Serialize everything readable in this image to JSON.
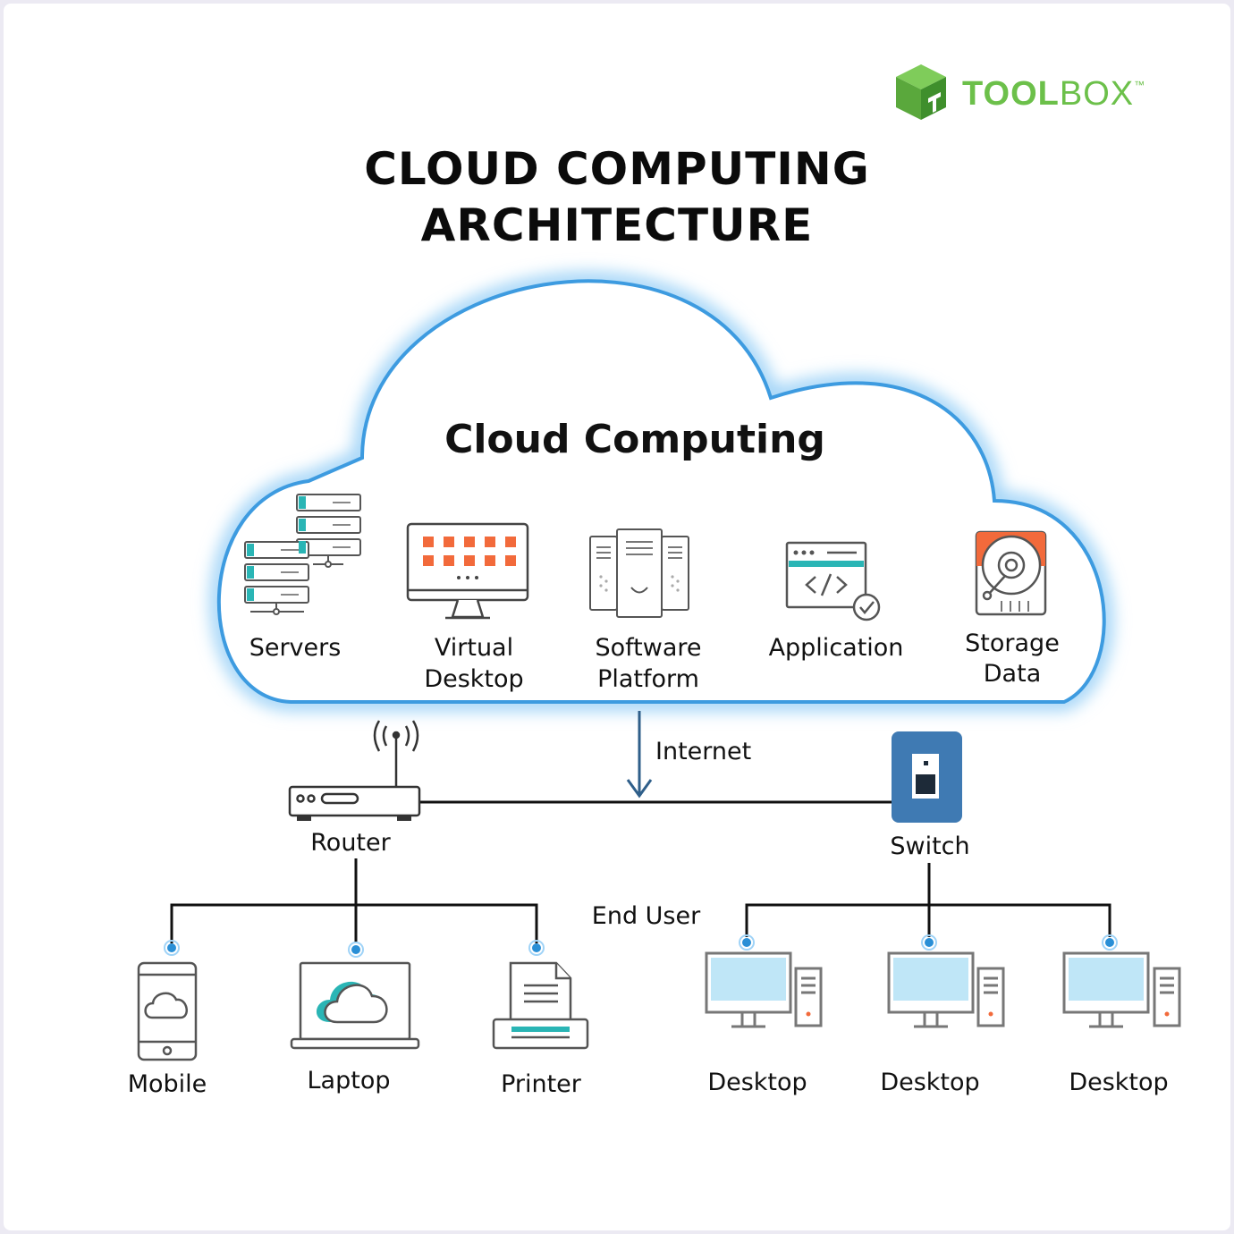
{
  "logo": {
    "text_bold": "TOOL",
    "text_light": "BOX",
    "tm": "™",
    "color": "#6cc04a"
  },
  "title": {
    "line1": "CLOUD COMPUTING",
    "line2": "ARCHITECTURE"
  },
  "cloud": {
    "title": "Cloud Computing",
    "outline_color": "#3d9be0",
    "services": {
      "servers": "Servers",
      "virtual_desktop_l1": "Virtual",
      "virtual_desktop_l2": "Desktop",
      "software_platform_l1": "Software",
      "software_platform_l2": "Platform",
      "application": "Application",
      "storage_data_l1": "Storage",
      "storage_data_l2": "Data"
    }
  },
  "network": {
    "internet": "Internet",
    "router": "Router",
    "switch": "Switch",
    "end_user": "End User"
  },
  "devices": {
    "mobile": "Mobile",
    "laptop": "Laptop",
    "printer": "Printer",
    "desktop_1": "Desktop",
    "desktop_2": "Desktop",
    "desktop_3": "Desktop"
  },
  "colors": {
    "accent_orange": "#f26a3b",
    "teal": "#2ab5b5",
    "screen_blue": "#bfe6f7",
    "switch_blue": "#3f7ab3",
    "line": "#111111"
  }
}
